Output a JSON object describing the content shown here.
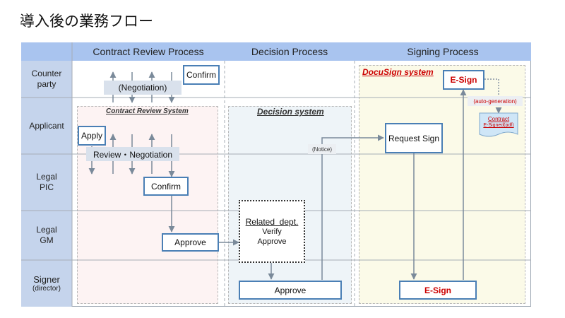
{
  "title": "導入後の業務フロー",
  "columns": [
    "Contract Review Process",
    "Decision Process",
    "Signing Process"
  ],
  "lanes": [
    {
      "line1": "Counter",
      "line2": "party",
      "sub": ""
    },
    {
      "line1": "Applicant",
      "line2": "",
      "sub": ""
    },
    {
      "line1": "Legal",
      "line2": "PIC",
      "sub": ""
    },
    {
      "line1": "Legal",
      "line2": "GM",
      "sub": ""
    },
    {
      "line1": "Signer",
      "line2": "",
      "sub": "(director)"
    }
  ],
  "systems": {
    "contract_review": "Contract Review System",
    "decision": "Decision system",
    "docusign": "DocuSign system"
  },
  "nodes": {
    "confirm_counterparty": "Confirm",
    "negotiation": "(Negotiation)",
    "apply": "Apply",
    "review_negotiation": "Review・Negotiation",
    "confirm_legal_pic": "Confirm",
    "approve_legal_gm": "Approve",
    "related_dept_title": "Related  dept.",
    "related_dept_verify": "Verify",
    "related_dept_approve": "Approve",
    "approve_signer": "Approve",
    "notice": "(Notice)",
    "request_sign": "Request Sign",
    "esign_signer": "E-Sign",
    "esign_docusign": "E-Sign",
    "auto_generation": "(auto-generation)",
    "doc_line1": "Contract",
    "doc_line2": "E-Signed(pdf)"
  },
  "colors": {
    "header_bg": "#a9c4ef",
    "lane_bg": "#c5d4ec",
    "box_border": "#4a7fb5",
    "arrow": "#7a8a9a",
    "red_text": "#cc0000"
  }
}
